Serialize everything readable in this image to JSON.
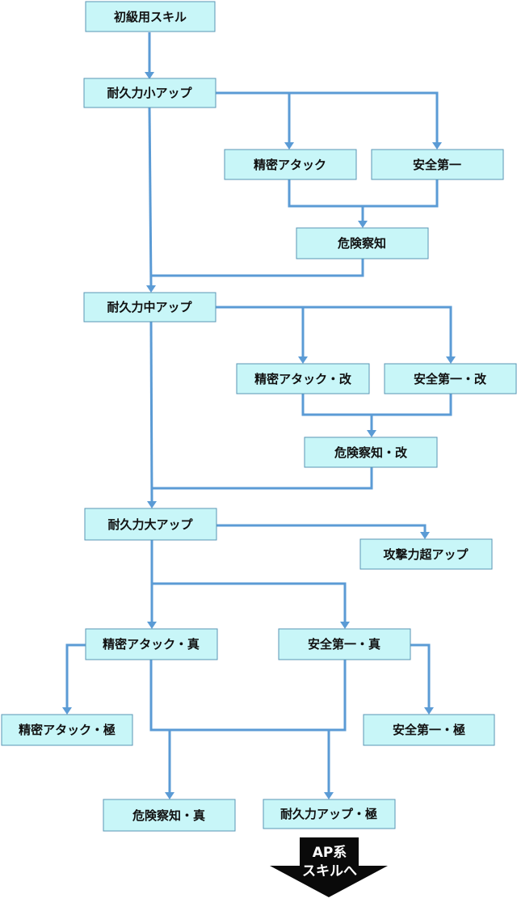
{
  "nodes": {
    "basic": "初級用スキル",
    "dur_small": "耐久力小アップ",
    "precise_attack": "精密アタック",
    "safety_first": "安全第一",
    "danger_sense": "危険察知",
    "dur_mid": "耐久力中アップ",
    "precise_attack_kai": "精密アタック・改",
    "safety_first_kai": "安全第一・改",
    "danger_sense_kai": "危険察知・改",
    "dur_large": "耐久力大アップ",
    "attack_super": "攻撃力超アップ",
    "precise_attack_shin": "精密アタック・真",
    "safety_first_shin": "安全第一・真",
    "precise_attack_kyoku": "精密アタック・極",
    "safety_first_kyoku": "安全第一・極",
    "danger_sense_shin": "危険察知・真",
    "dur_up_kyoku": "耐久力アップ・極"
  },
  "exit": {
    "line1": "AP系",
    "line2": "スキルへ"
  },
  "colors": {
    "box_fill": "#c8f6f8",
    "box_border": "#5a96b4",
    "connector": "#5b9bd5",
    "exit_arrow": "#0a0a0a"
  }
}
